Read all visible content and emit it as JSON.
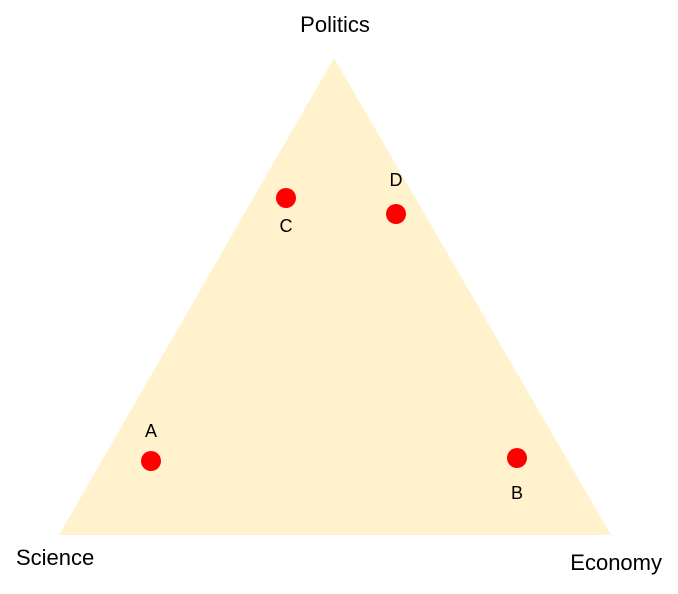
{
  "vertices": {
    "top": "Politics",
    "left": "Science",
    "right": "Economy"
  },
  "points": [
    {
      "label": "A"
    },
    {
      "label": "B"
    },
    {
      "label": "C"
    },
    {
      "label": "D"
    }
  ],
  "colors": {
    "triangle_fill": "#FFF2CC",
    "point_fill": "#FF0000",
    "text": "#000000"
  }
}
